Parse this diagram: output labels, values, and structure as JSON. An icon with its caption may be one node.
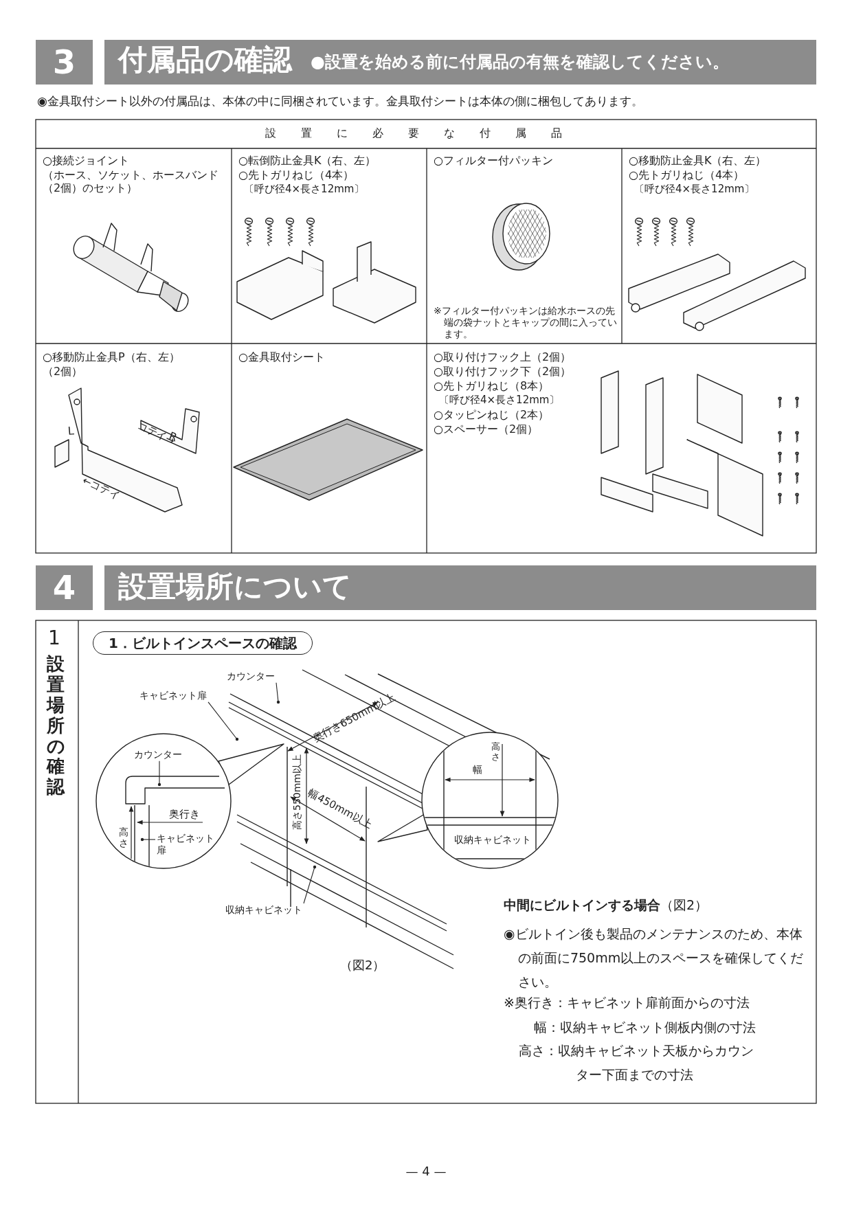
{
  "diagram": {
    "nodes": [
      {
        "text": [
          "カウンター"
        ]
      },
      {
        "text": [
          "キャビネット扉"
        ]
      },
      {
        "text": [
          "収納キャビネット"
        ]
      },
      {
        "text": [
          "カウンター"
        ]
      },
      {
        "text": [
          "キャビネット扉"
        ]
      }
    ],
    "edges": [
      {
        "from": 0,
        "to": null,
        "arrow": "other"
      },
      {
        "from": 1,
        "to": null,
        "arrow": "other"
      },
      {
        "from": 2,
        "to": null,
        "arrow": "other"
      },
      {
        "from": 3,
        "to": null,
        "arrow": "other"
      },
      {
        "from": 4,
        "to": null,
        "arrow": "other"
      }
    ],
    "labels": [
      "3",
      "付属品の確認",
      "●設置を始める前に付属品の有無を確認してください。",
      "◉金具取付シート以外の付属品は、本体の中に同梱されています。金具取付シートは本体の側に梱包してあります。",
      "設置に必要な付属品",
      "○接続ジョイント",
      "（ホース、ソケット、ホースバンド（2個）のセット）",
      "○転倒防止金具K（右、左）",
      "○先トガリねじ（4本）",
      "〔呼び径4×長さ12mm〕",
      "○フィルター付パッキン",
      "※フィルター付パッキンは給水ホースの先端の袋ナットとキャップの間に入っています。",
      "○移動防止金具K（右、左）",
      "○先トガリねじ（4本）",
      "〔呼び径4×長さ12mm〕",
      "○移動防止金具P（右、左）",
      "（2個）",
      "L",
      "R",
      "コテイ→",
      "←コテイ",
      "○金具取付シート",
      "○取り付けフック上（2個）",
      "○取り付けフック下（2個）",
      "○先トガリねじ（8本）",
      "〔呼び径4×長さ12mm〕",
      "○タッピンねじ（2本）",
      "○スペーサー（2個）",
      "4",
      "設置場所について",
      "1",
      "設置場所の確認",
      "1．ビルトインスペースの確認",
      "奥行き650mm以上",
      "高さ550mm以上",
      "幅450mm以上",
      "奥行き",
      "高さ",
      "高さ",
      "幅",
      "収納キャビネット",
      "（図2）",
      "**中間にビルトインする場合**（図2）",
      "◉ビルトイン後も製品のメンテナンスのため、本体の前面に750mm以上のスペースを確保してください。",
      "※奥行き：キャビネット扉前面からの寸法",
      "幅：収納キャビネット側板内側の寸法",
      "高さ：収納キャビネット天板からカウンター下面までの寸法",
      "— 4 —"
    ]
  }
}
